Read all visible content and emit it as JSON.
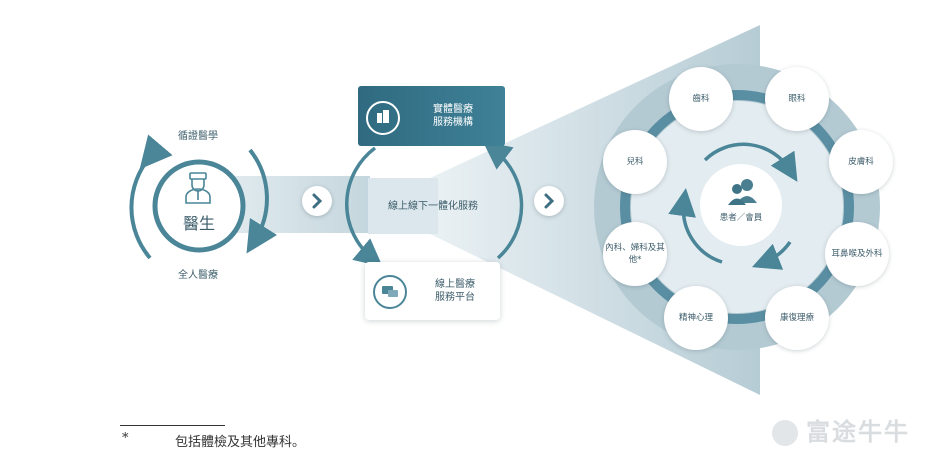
{
  "doctor": {
    "top_label": "循證醫學",
    "center_label": "醫生",
    "bottom_label": "全人醫療",
    "icon": "doctor-icon"
  },
  "integration_label": "線上線下一體化服務",
  "offline_box": {
    "line1": "實體醫療",
    "line2": "服務機構",
    "icon": "hospital-building-icon"
  },
  "online_box": {
    "line1": "線上醫療",
    "line2": "服務平台",
    "icon": "chat-bubbles-icon"
  },
  "center": {
    "label": "患者／會員",
    "icon": "patients-icon"
  },
  "specialties": [
    "齒科",
    "眼科",
    "皮膚科",
    "耳鼻喉及外科",
    "康復理療",
    "精神心理",
    "內科、婦科及其他*",
    "兒科"
  ],
  "footnote": {
    "mark": "*",
    "text": "包括體檢及其他專科。"
  },
  "watermark": "富途牛牛",
  "colors": {
    "teal_dark": "#2f6a80",
    "teal": "#4a8598",
    "ring": "#b9cdd6"
  }
}
